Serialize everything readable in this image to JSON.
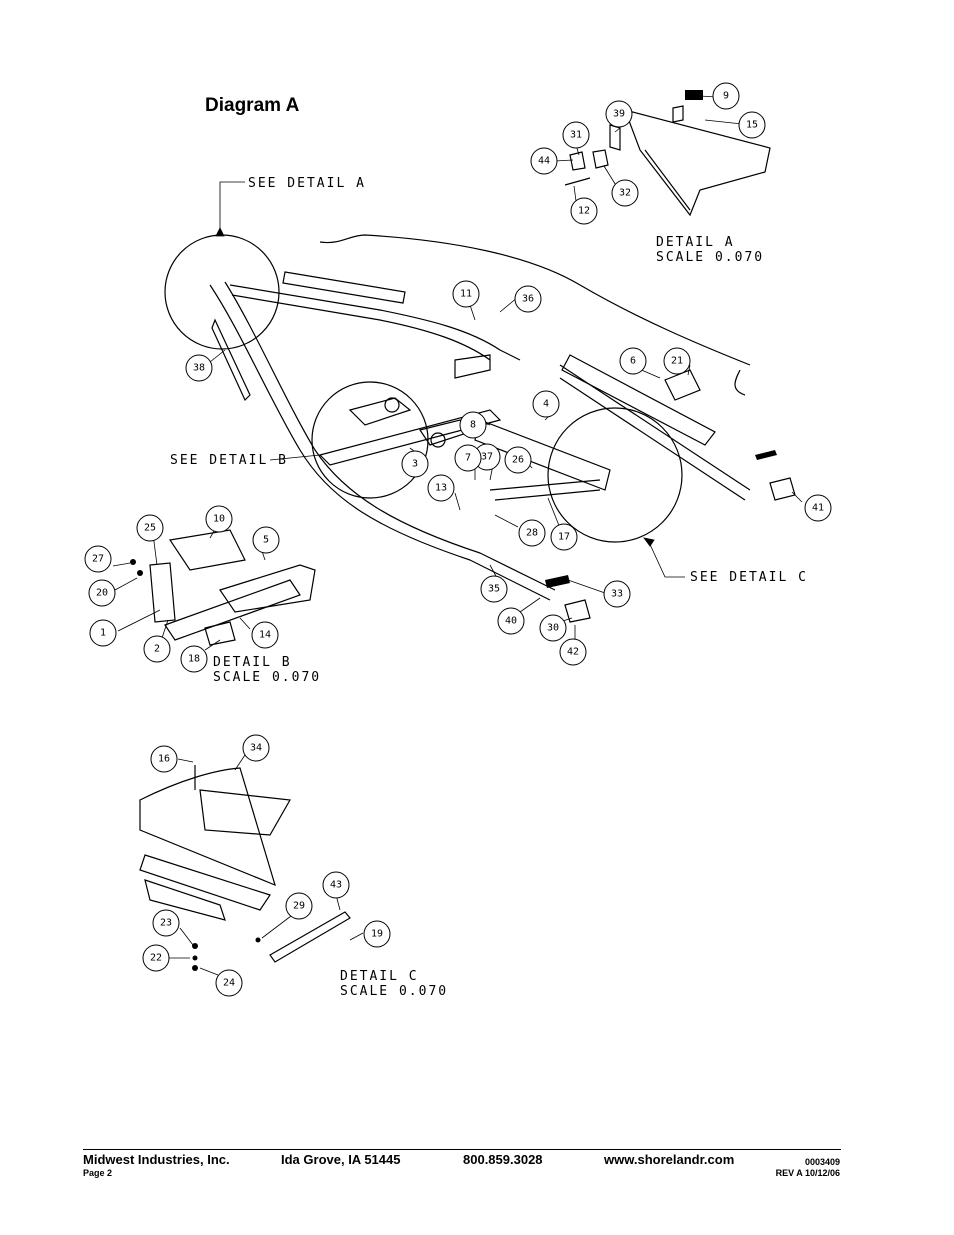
{
  "title": "Diagram A",
  "labels": {
    "see_detail_a": "SEE DETAIL A",
    "see_detail_b": "SEE DETAIL B",
    "see_detail_c": "SEE DETAIL C",
    "detail_a": "DETAIL A",
    "detail_b": "DETAIL B",
    "detail_c": "DETAIL C",
    "scale_a": "SCALE 0.070",
    "scale_b": "SCALE 0.070",
    "scale_c": "SCALE 0.070"
  },
  "callouts": [
    "9",
    "15",
    "39",
    "31",
    "44",
    "32",
    "12",
    "11",
    "36",
    "38",
    "6",
    "21",
    "4",
    "8",
    "3",
    "37",
    "26",
    "7",
    "13",
    "28",
    "17",
    "41",
    "10",
    "25",
    "5",
    "27",
    "20",
    "1",
    "2",
    "18",
    "14",
    "35",
    "33",
    "40",
    "30",
    "42",
    "16",
    "34",
    "43",
    "29",
    "19",
    "23",
    "22",
    "24"
  ],
  "footer": {
    "company": "Midwest Industries, Inc.",
    "page": "Page 2",
    "city": "Ida Grove, IA  51445",
    "phone": "800.859.3028",
    "website": "www.shorelandr.com",
    "doc_number": "0003409",
    "revision": "REV A  10/12/06"
  }
}
